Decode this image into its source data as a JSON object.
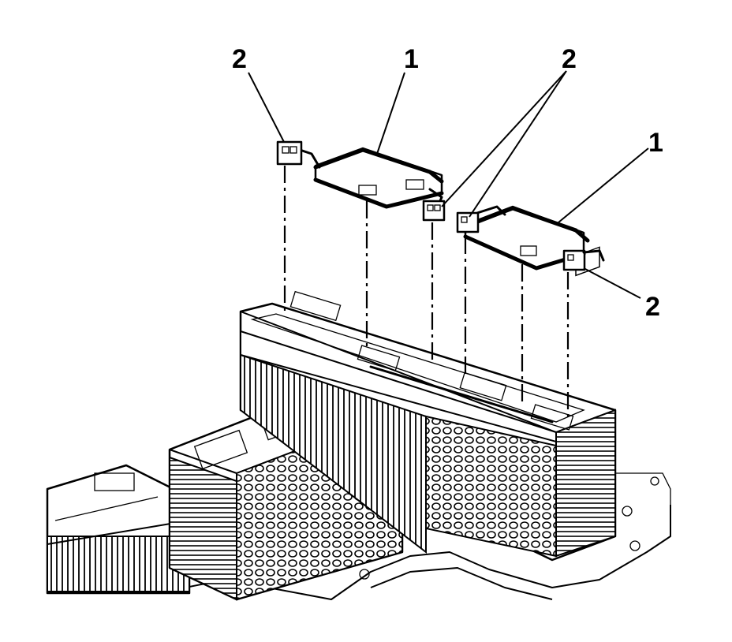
{
  "callouts": [
    {
      "id": "c1",
      "text": "2"
    },
    {
      "id": "c2",
      "text": "1"
    },
    {
      "id": "c3",
      "text": "2"
    },
    {
      "id": "c4",
      "text": "1"
    },
    {
      "id": "c5",
      "text": "2"
    }
  ]
}
